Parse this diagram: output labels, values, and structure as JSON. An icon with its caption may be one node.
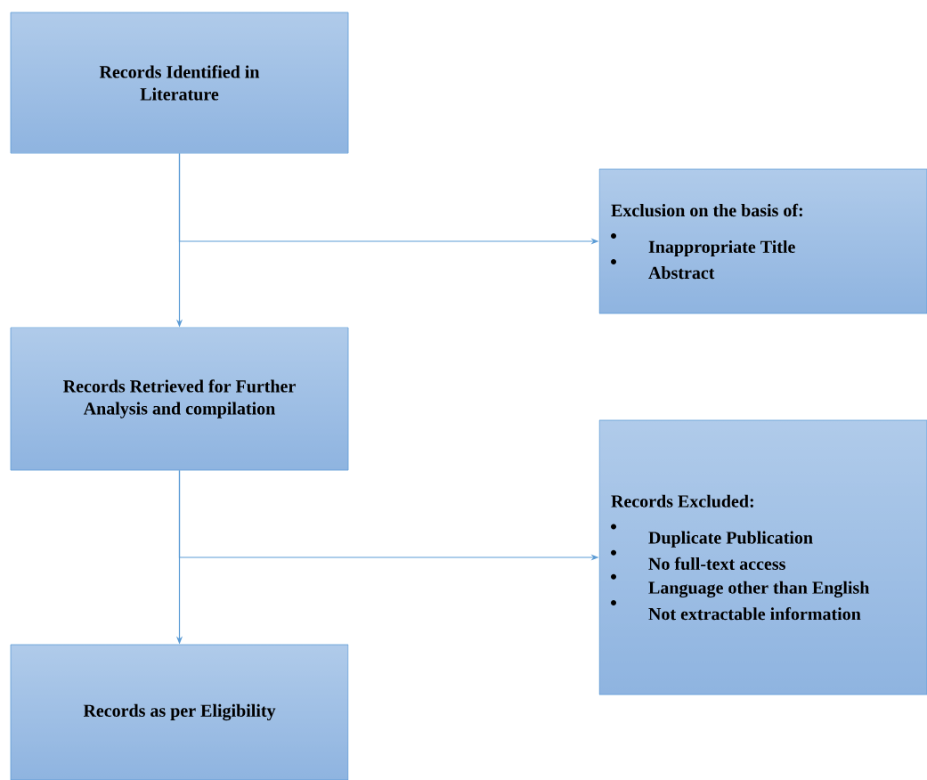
{
  "diagram": {
    "nodes": [
      {
        "text": [
          "Records Identified in Literature"
        ]
      },
      {
        "text": [
          "Exclusion on the basis of:",
          "Inappropriate Title",
          "Abstract"
        ]
      },
      {
        "text": [
          "Records Retrieved for Further Analysis and compilation"
        ]
      },
      {
        "text": [
          "Records Excluded:",
          "Duplicate Publication",
          "No full-text access",
          "Language other than English",
          "Not extractable information"
        ]
      },
      {
        "text": [
          "Records as per Eligibility"
        ]
      }
    ],
    "edges": [
      {
        "from": 0,
        "to": 2,
        "arrow": "to"
      },
      {
        "from": 0,
        "to": 1,
        "arrow": "to"
      },
      {
        "from": 2,
        "to": 4,
        "arrow": "to"
      },
      {
        "from": 2,
        "to": 3,
        "arrow": "to"
      }
    ]
  }
}
